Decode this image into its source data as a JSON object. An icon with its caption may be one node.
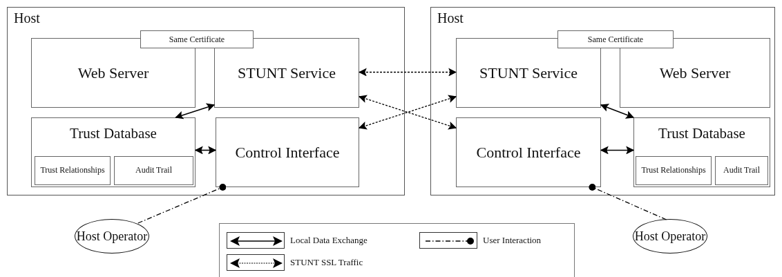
{
  "diagram": {
    "nodes": [
      {
        "text": [
          "Host"
        ]
      },
      {
        "text": [
          "Same Certificate"
        ],
        "in": 0
      },
      {
        "text": [
          "Web Server"
        ],
        "in": 0
      },
      {
        "text": [
          "STUNT Service"
        ],
        "in": 0
      },
      {
        "text": [
          "Trust Database"
        ],
        "in": 0
      },
      {
        "text": [
          "Trust Relationships"
        ],
        "in": 4
      },
      {
        "text": [
          "Audit Trail"
        ],
        "in": 4
      },
      {
        "text": [
          "Control Interface"
        ],
        "in": 0
      },
      {
        "text": [
          "Host"
        ]
      },
      {
        "text": [
          "Same Certificate"
        ],
        "in": 8
      },
      {
        "text": [
          "STUNT Service"
        ],
        "in": 8
      },
      {
        "text": [
          "Web Server"
        ],
        "in": 8
      },
      {
        "text": [
          "Control Interface"
        ],
        "in": 8
      },
      {
        "text": [
          "Trust Database"
        ],
        "in": 8
      },
      {
        "text": [
          "Trust Relationships"
        ],
        "in": 13
      },
      {
        "text": [
          "Audit Trail"
        ],
        "in": 13
      },
      {
        "text": [
          "Host Operator"
        ]
      },
      {
        "text": [
          "Host Operator"
        ]
      }
    ],
    "edges": [
      {
        "from": 4,
        "to": 3,
        "arrow": "both"
      },
      {
        "from": 4,
        "to": 7,
        "arrow": "both"
      },
      {
        "from": 3,
        "to": 10,
        "arrow": "both",
        "style": "dashed"
      },
      {
        "from": 3,
        "to": 12,
        "arrow": "both",
        "style": "dashed"
      },
      {
        "from": 7,
        "to": 10,
        "arrow": "both",
        "style": "dashed"
      },
      {
        "from": 10,
        "to": 13,
        "arrow": "both"
      },
      {
        "from": 12,
        "to": 13,
        "arrow": "both"
      },
      {
        "from": 16,
        "to": 7,
        "arrow": "other",
        "style": "dashed"
      },
      {
        "from": 17,
        "to": 12,
        "arrow": "other",
        "style": "dashed"
      }
    ],
    "legend": [
      {
        "text": "Local Data Exchange"
      },
      {
        "text": "STUNT SSL Traffic"
      },
      {
        "text": "User Interaction"
      }
    ]
  }
}
